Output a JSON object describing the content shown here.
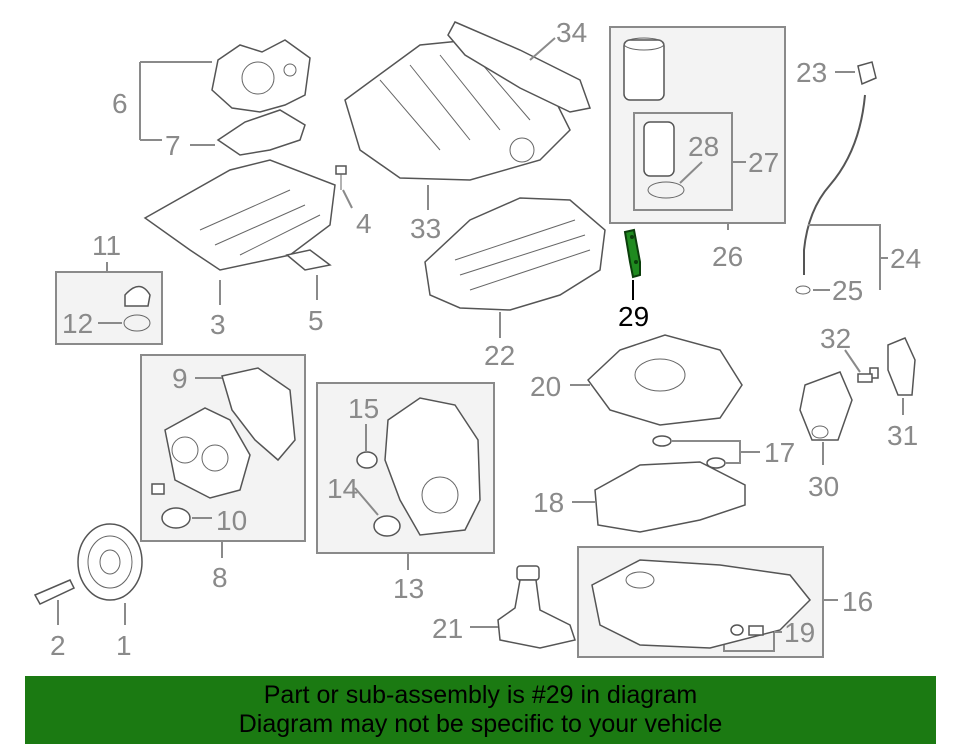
{
  "banner": {
    "line1": "Part or sub-assembly is #29 in diagram",
    "line2": "Diagram may not be specific to your vehicle"
  },
  "highlight_part": "29",
  "colors": {
    "banner_bg": "#1b7a12",
    "label": "#8a8a8a",
    "highlight": "#1f8a1f",
    "box_fill": "#f3f3f3"
  },
  "callouts": {
    "c1": "1",
    "c2": "2",
    "c3": "3",
    "c4": "4",
    "c5": "5",
    "c6": "6",
    "c7": "7",
    "c8": "8",
    "c9": "9",
    "c10": "10",
    "c11": "11",
    "c12": "12",
    "c13": "13",
    "c14": "14",
    "c15": "15",
    "c16": "16",
    "c17": "17",
    "c18": "18",
    "c19": "19",
    "c20": "20",
    "c21": "21",
    "c22": "22",
    "c23": "23",
    "c24": "24",
    "c25": "25",
    "c26": "26",
    "c27": "27",
    "c28": "28",
    "c29": "29",
    "c30": "30",
    "c31": "31",
    "c32": "32",
    "c33": "33",
    "c34": "34"
  }
}
